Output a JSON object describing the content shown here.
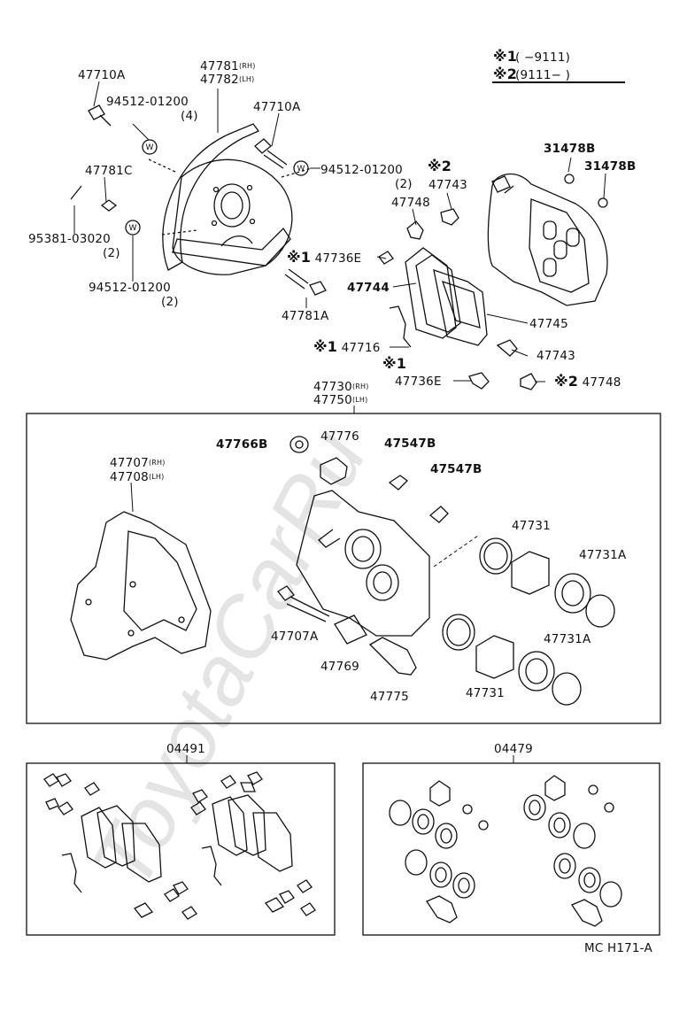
{
  "legend": {
    "row1_mark": "※1",
    "row1_range": "(        −9111)",
    "row2_mark": "※2",
    "row2_range": "(9111−          )"
  },
  "labels": {
    "p47710A_1": "47710A",
    "p94512_1": "94512-01200",
    "p94512_1_qty": "(4)",
    "p47781": "47781",
    "p47782": "47782",
    "rh": "(RH)",
    "lh": "(LH)",
    "p47710A_2": "47710A",
    "p47781C": "47781C",
    "p94512_2": "94512-01200",
    "p94512_2_qty": "(2)",
    "p95381": "95381-03020",
    "p95381_qty": "(2)",
    "p94512_3": "94512-01200",
    "p94512_3_qty": "(2)",
    "p47781A": "47781A",
    "p31478B_1": "31478B",
    "p31478B_2": "31478B",
    "mark2_a": "※2",
    "p47743_1": "47743",
    "p47748_1": "47748",
    "mark1_a": "※1",
    "p47736E_1": "47736E",
    "p47744": "47744",
    "p47745": "47745",
    "mark1_b": "※1",
    "p47716": "47716",
    "p47743_2": "47743",
    "mark1_c": "※1",
    "p47736E_2": "47736E",
    "mark2_b": "※2",
    "p47748_2": "47748",
    "p47730": "47730",
    "p47750": "47750",
    "p47766B": "47766B",
    "p47776": "47776",
    "p47547B_1": "47547B",
    "p47547B_2": "47547B",
    "p47707": "47707",
    "p47708": "47708",
    "p47731_1": "47731",
    "p47731A_1": "47731A",
    "p47707A": "47707A",
    "p47769": "47769",
    "p47731A_2": "47731A",
    "p47775": "47775",
    "p47731_2": "47731",
    "p04491": "04491",
    "p04479": "04479",
    "code": "MC  H171-A"
  },
  "watermark": "ToyotaCarRu",
  "washer_mark": "W",
  "colors": {
    "ink": "#111111",
    "watermark": "#e4e4e4"
  }
}
